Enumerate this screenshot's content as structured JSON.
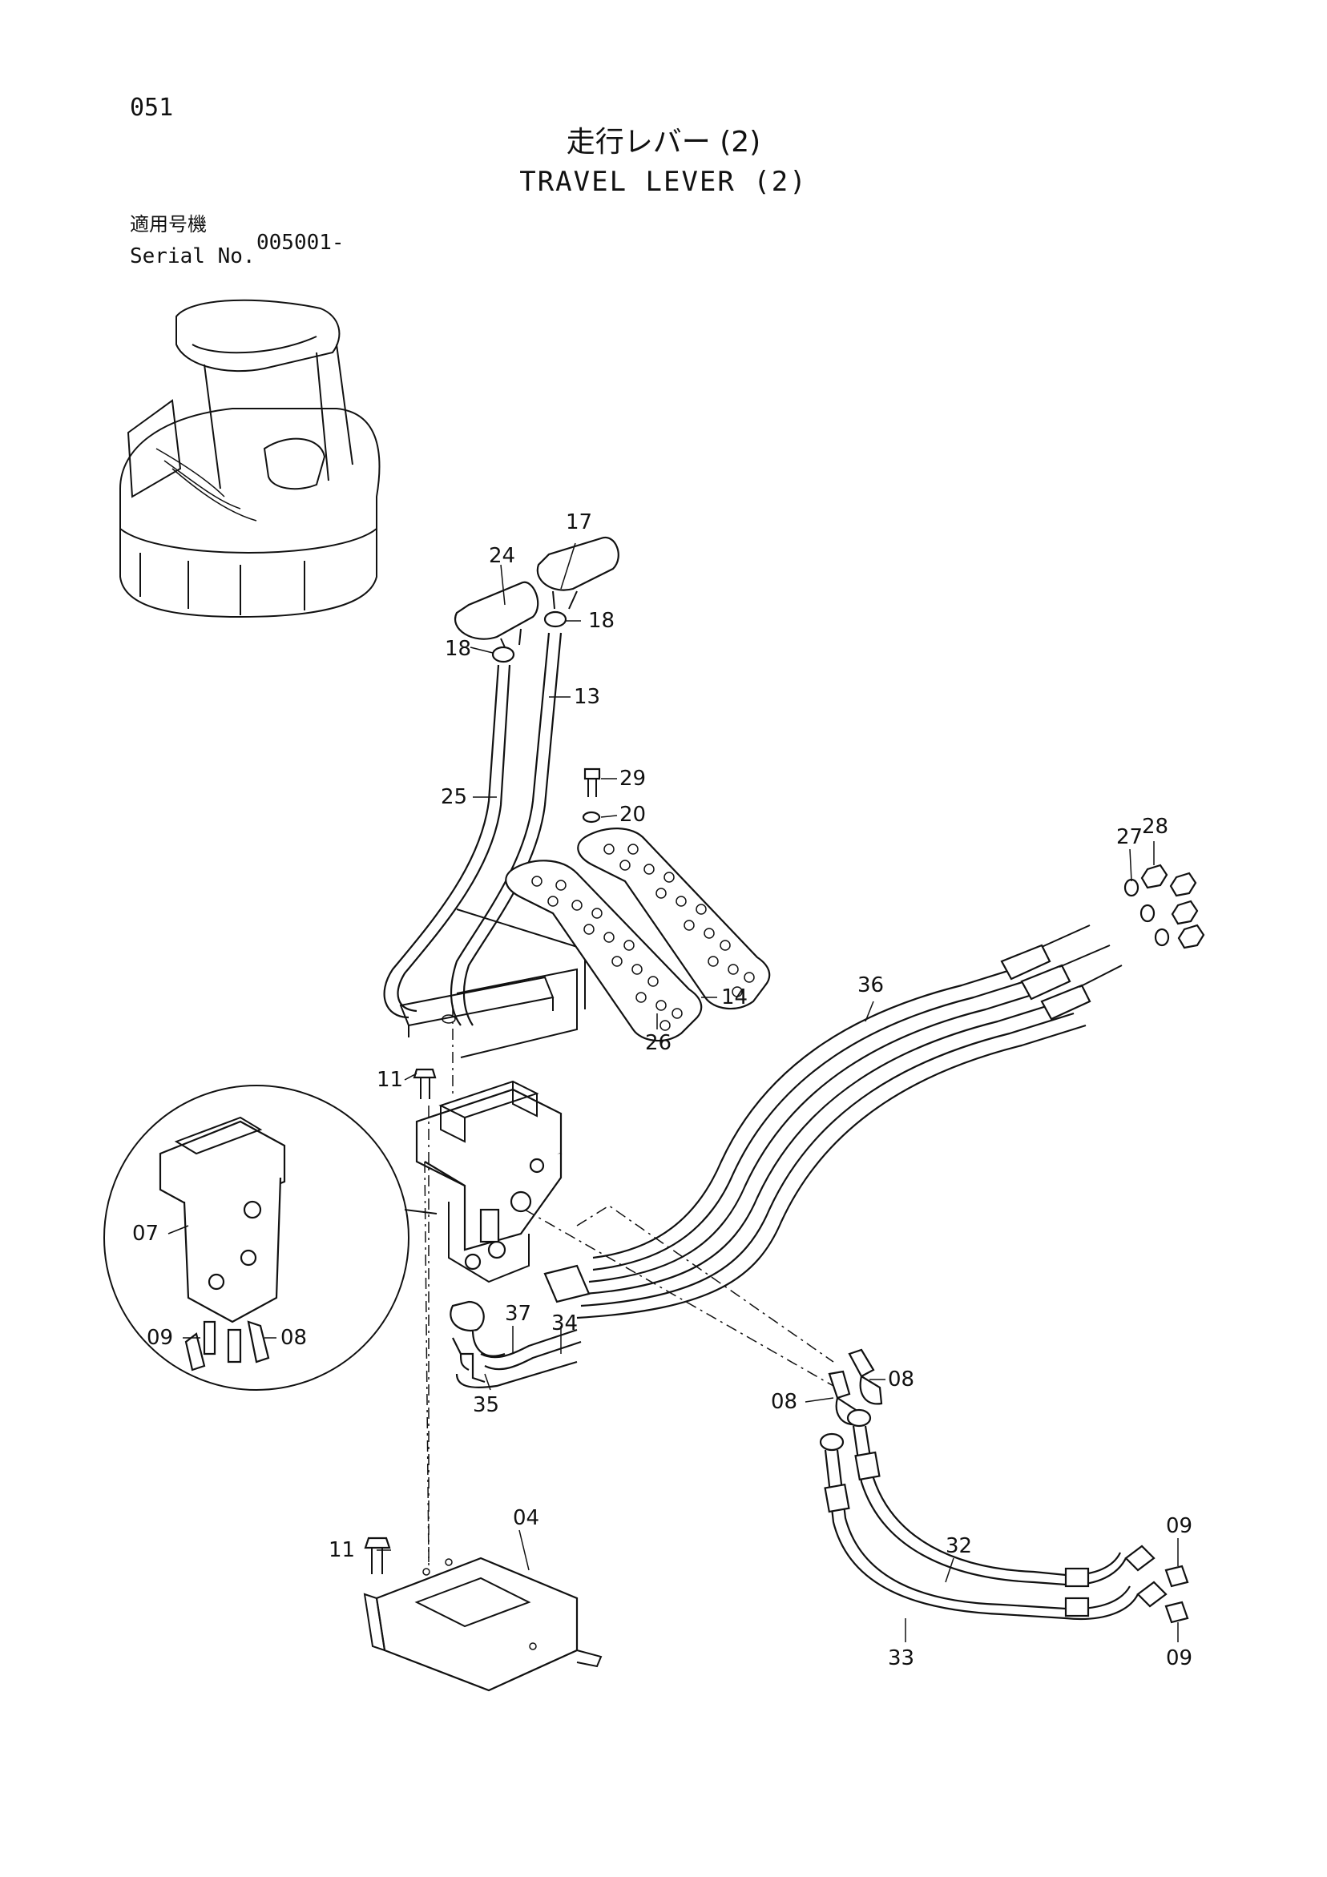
{
  "header": {
    "page_number": "051",
    "title_jp": "走行レバー (2)",
    "title_en": "TRAVEL LEVER (2)",
    "serial_label_jp": "適用号機",
    "serial_label_en": "Serial No.",
    "serial_value": "005001-"
  },
  "callouts": {
    "p17": "17",
    "p24": "24",
    "p18a": "18",
    "p18b": "18",
    "p13": "13",
    "p25": "25",
    "p29": "29",
    "p20": "20",
    "p14": "14",
    "p26": "26",
    "p27": "27",
    "p28": "28",
    "p36": "36",
    "p11a": "11",
    "p11b": "11",
    "p07": "07",
    "p09a": "09",
    "p08a": "08",
    "p37": "37",
    "p34": "34",
    "p35": "35",
    "p08b": "08",
    "p08c": "08",
    "p04": "04",
    "p32": "32",
    "p33": "33",
    "p09b": "09",
    "p09c": "09"
  }
}
